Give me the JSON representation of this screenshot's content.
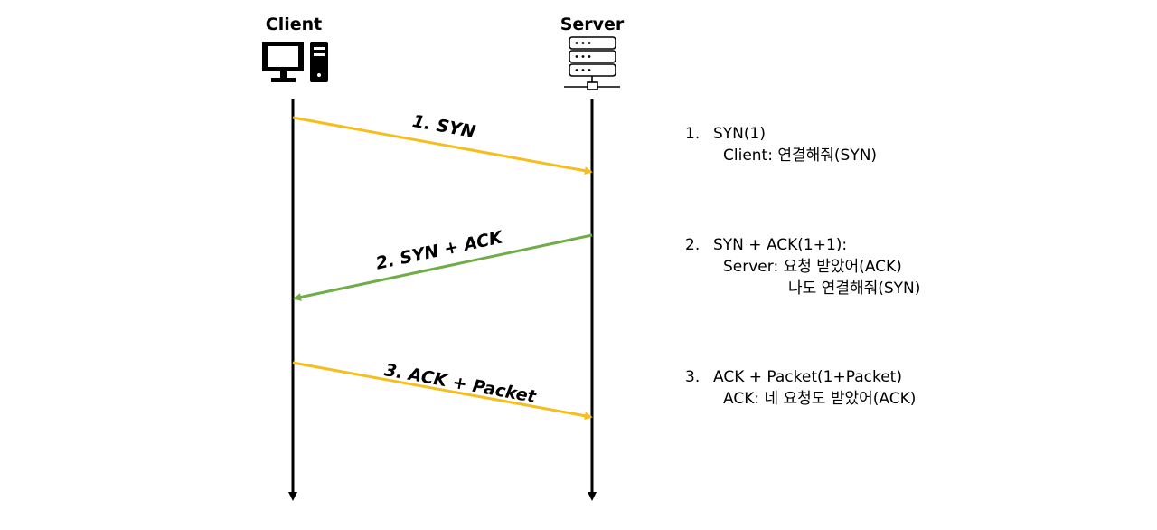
{
  "participants": {
    "client": {
      "label": "Client",
      "icon": "desktop-computer-icon"
    },
    "server": {
      "label": "Server",
      "icon": "server-rack-icon"
    }
  },
  "messages": [
    {
      "label": "1. SYN",
      "from": "client",
      "to": "server",
      "color": "#F5BE1E"
    },
    {
      "label": "2. SYN + ACK",
      "from": "server",
      "to": "client",
      "color": "#70AD47"
    },
    {
      "label": "3. ACK + Packet",
      "from": "client",
      "to": "server",
      "color": "#F5BE1E"
    }
  ],
  "notes": [
    {
      "number": "1.",
      "title": "SYN(1)",
      "lines": [
        "Client:  연결해줘(SYN)"
      ]
    },
    {
      "number": "2.",
      "title": "SYN  +  ACK(1+1):",
      "lines": [
        "Server:  요청  받았어(ACK)",
        "나도  연결해줘(SYN)"
      ]
    },
    {
      "number": "3.",
      "title": "ACK  +  Packet(1+Packet)",
      "lines": [
        "ACK:  네  요청도  받았어(ACK)"
      ]
    }
  ]
}
